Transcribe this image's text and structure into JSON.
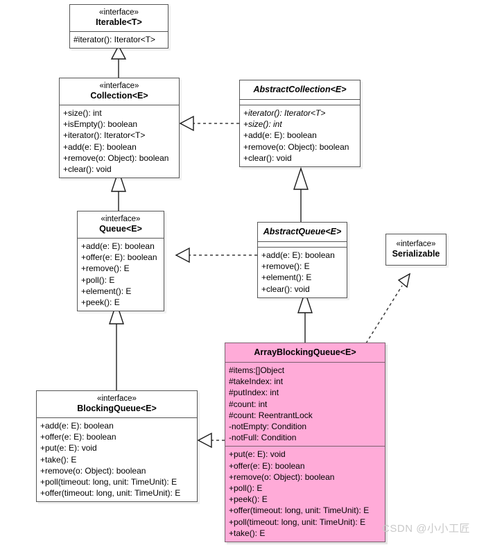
{
  "diagram": {
    "title": "ArrayBlockingQueue UML class diagram",
    "watermark": "CSDN @小小工匠",
    "colors": {
      "highlight_fill": "#ffabd8",
      "highlight_border": "#7a5f6e",
      "box_fill": "#ffffff",
      "box_border": "#555555",
      "line": "#3a3a3a"
    },
    "classes": [
      {
        "id": "iterable",
        "stereotype": "«interface»",
        "name": "Iterable<T>",
        "abstract": false,
        "highlight": false,
        "has_empty_attr_compartment": false,
        "attributes": [],
        "methods": [
          {
            "text": "#iterator(): Iterator<T>",
            "abstract": false
          }
        ]
      },
      {
        "id": "collection",
        "stereotype": "«interface»",
        "name": "Collection<E>",
        "abstract": false,
        "highlight": false,
        "has_empty_attr_compartment": false,
        "attributes": [],
        "methods": [
          {
            "text": "+size(): int",
            "abstract": false
          },
          {
            "text": "+isEmpty(): boolean",
            "abstract": false
          },
          {
            "text": "+iterator(): Iterator<T>",
            "abstract": false
          },
          {
            "text": "+add(e: E): boolean",
            "abstract": false
          },
          {
            "text": "+remove(o: Object): boolean",
            "abstract": false
          },
          {
            "text": "+clear(): void",
            "abstract": false
          }
        ]
      },
      {
        "id": "abstractcollection",
        "stereotype": "",
        "name": "AbstractCollection<E>",
        "abstract": true,
        "highlight": false,
        "has_empty_attr_compartment": true,
        "attributes": [],
        "methods": [
          {
            "text": "+iterator(): Iterator<T>",
            "abstract": true
          },
          {
            "text": "+size(): int",
            "abstract": true
          },
          {
            "text": "+add(e: E): boolean",
            "abstract": false
          },
          {
            "text": "+remove(o: Object): boolean",
            "abstract": false
          },
          {
            "text": "+clear(): void",
            "abstract": false
          }
        ]
      },
      {
        "id": "queue",
        "stereotype": "«interface»",
        "name": "Queue<E>",
        "abstract": false,
        "highlight": false,
        "has_empty_attr_compartment": false,
        "attributes": [],
        "methods": [
          {
            "text": "+add(e: E): boolean",
            "abstract": false
          },
          {
            "text": "+offer(e: E): boolean",
            "abstract": false
          },
          {
            "text": "+remove(): E",
            "abstract": false
          },
          {
            "text": "+poll(): E",
            "abstract": false
          },
          {
            "text": "+element(): E",
            "abstract": false
          },
          {
            "text": "+peek(): E",
            "abstract": false
          }
        ]
      },
      {
        "id": "abstractqueue",
        "stereotype": "",
        "name": "AbstractQueue<E>",
        "abstract": true,
        "highlight": false,
        "has_empty_attr_compartment": true,
        "attributes": [],
        "methods": [
          {
            "text": "+add(e: E): boolean",
            "abstract": false
          },
          {
            "text": "+remove(): E",
            "abstract": false
          },
          {
            "text": "+element(): E",
            "abstract": false
          },
          {
            "text": "+clear(): void",
            "abstract": false
          }
        ]
      },
      {
        "id": "serializable",
        "stereotype": "«interface»",
        "name": "Serializable",
        "abstract": false,
        "highlight": false,
        "has_empty_attr_compartment": false,
        "attributes": [],
        "methods": []
      },
      {
        "id": "blockingqueue",
        "stereotype": "«interface»",
        "name": "BlockingQueue<E>",
        "abstract": false,
        "highlight": false,
        "has_empty_attr_compartment": false,
        "attributes": [],
        "methods": [
          {
            "text": "+add(e: E): boolean",
            "abstract": false
          },
          {
            "text": "+offer(e: E): boolean",
            "abstract": false
          },
          {
            "text": "+put(e: E): void",
            "abstract": false
          },
          {
            "text": "+take(): E",
            "abstract": false
          },
          {
            "text": "+remove(o: Object): boolean",
            "abstract": false
          },
          {
            "text": "+poll(timeout: long, unit: TimeUnit): E",
            "abstract": false
          },
          {
            "text": "+offer(timeout: long, unit: TimeUnit): E",
            "abstract": false
          }
        ]
      },
      {
        "id": "arrayblockingqueue",
        "stereotype": "",
        "name": "ArrayBlockingQueue<E>",
        "abstract": false,
        "highlight": true,
        "has_empty_attr_compartment": false,
        "attributes": [
          {
            "text": "#items:[]Object",
            "abstract": false
          },
          {
            "text": "#takeIndex: int",
            "abstract": false
          },
          {
            "text": "#putIndex: int",
            "abstract": false
          },
          {
            "text": "#count: int",
            "abstract": false
          },
          {
            "text": "#count: ReentrantLock",
            "abstract": false
          },
          {
            "text": "-notEmpty: Condition",
            "abstract": false
          },
          {
            "text": "-notFull: Condition",
            "abstract": false
          }
        ],
        "methods": [
          {
            "text": "+put(e: E): void",
            "abstract": false
          },
          {
            "text": "+offer(e: E): boolean",
            "abstract": false
          },
          {
            "text": "+remove(o: Object): boolean",
            "abstract": false
          },
          {
            "text": "+poll(): E",
            "abstract": false
          },
          {
            "text": "+peek(): E",
            "abstract": false
          },
          {
            "text": "+offer(timeout: long, unit: TimeUnit): E",
            "abstract": false
          },
          {
            "text": "+poll(timeout: long, unit: TimeUnit): E",
            "abstract": false
          },
          {
            "text": "+take(): E",
            "abstract": false
          }
        ]
      }
    ],
    "relationships": [
      {
        "from": "collection",
        "to": "iterable",
        "type": "generalization"
      },
      {
        "from": "queue",
        "to": "collection",
        "type": "generalization"
      },
      {
        "from": "abstractcollection",
        "to": "collection",
        "type": "realization"
      },
      {
        "from": "abstractqueue",
        "to": "abstractcollection",
        "type": "generalization"
      },
      {
        "from": "abstractqueue",
        "to": "queue",
        "type": "realization"
      },
      {
        "from": "blockingqueue",
        "to": "queue",
        "type": "generalization"
      },
      {
        "from": "arrayblockingqueue",
        "to": "abstractqueue",
        "type": "generalization"
      },
      {
        "from": "arrayblockingqueue",
        "to": "blockingqueue",
        "type": "realization"
      },
      {
        "from": "arrayblockingqueue",
        "to": "serializable",
        "type": "realization"
      }
    ]
  }
}
